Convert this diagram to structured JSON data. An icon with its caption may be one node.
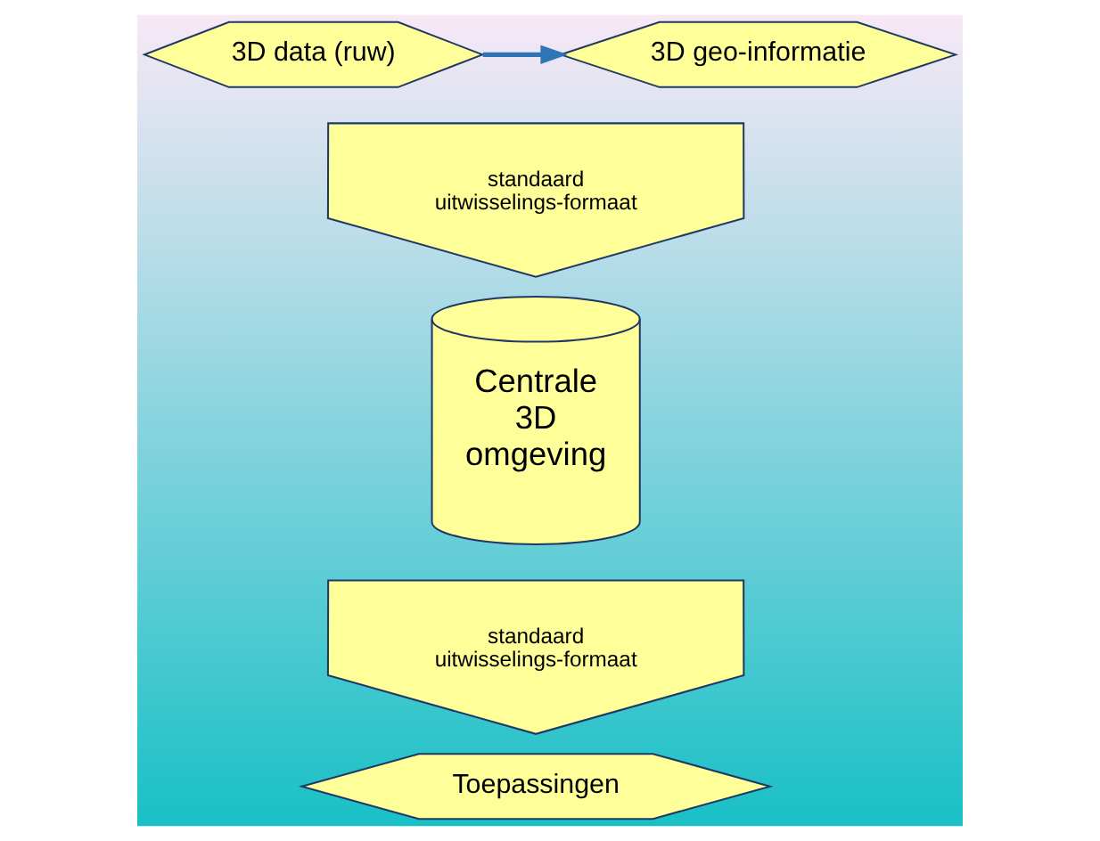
{
  "diagram": {
    "nodes": [
      {
        "text": [
          "3D data (ruw)"
        ]
      },
      {
        "text": [
          "3D geo-informatie"
        ]
      },
      {
        "text": [
          "standaard uitwisselings-formaat"
        ]
      },
      {
        "text": [
          "Centrale 3D omgeving"
        ]
      },
      {
        "text": [
          "standaard uitwisselings-formaat"
        ]
      },
      {
        "text": [
          "Toepassingen"
        ]
      }
    ],
    "edges": [
      {
        "from": 0,
        "to": 1,
        "arrow": "to",
        "color": "#2e75b6"
      }
    ]
  }
}
